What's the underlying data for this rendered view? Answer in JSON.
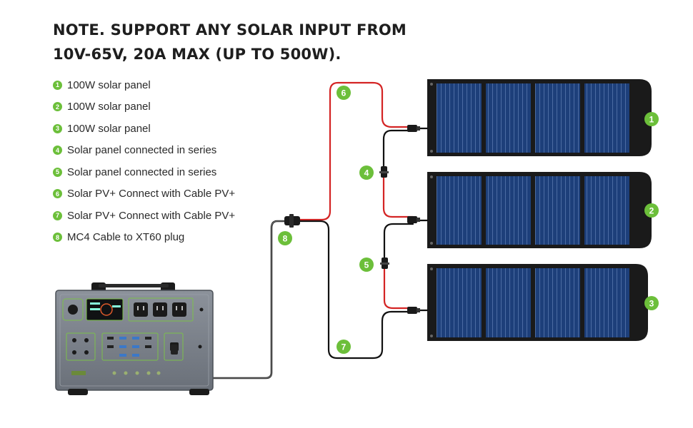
{
  "title": {
    "line1": "NOTE. SUPPORT ANY SOLAR INPUT FROM",
    "line2": "10V-65V, 20A MAX (UP TO 500W)."
  },
  "legend": [
    {
      "num": "1",
      "text": "100W solar panel"
    },
    {
      "num": "2",
      "text": "100W solar panel"
    },
    {
      "num": "3",
      "text": "100W solar panel"
    },
    {
      "num": "4",
      "text": "Solar panel connected in series"
    },
    {
      "num": "5",
      "text": "Solar panel connected in series"
    },
    {
      "num": "6",
      "text": "Solar PV+ Connect with Cable PV+"
    },
    {
      "num": "7",
      "text": "Solar PV+ Connect with Cable PV+"
    },
    {
      "num": "8",
      "text": "MC4 Cable to XT60 plug"
    }
  ],
  "callouts": {
    "panel1": "1",
    "panel2": "2",
    "panel3": "3",
    "series1": "4",
    "series2": "5",
    "red_cable": "6",
    "black_cable": "7",
    "mc4_xt60": "8"
  },
  "colors": {
    "accent": "#6cbf3a",
    "cable_red": "#d42424",
    "cable_black": "#111111",
    "panel_cell": "#1d3f7a",
    "panel_frame": "#1a1a1a",
    "station_body": "#7d838c"
  }
}
